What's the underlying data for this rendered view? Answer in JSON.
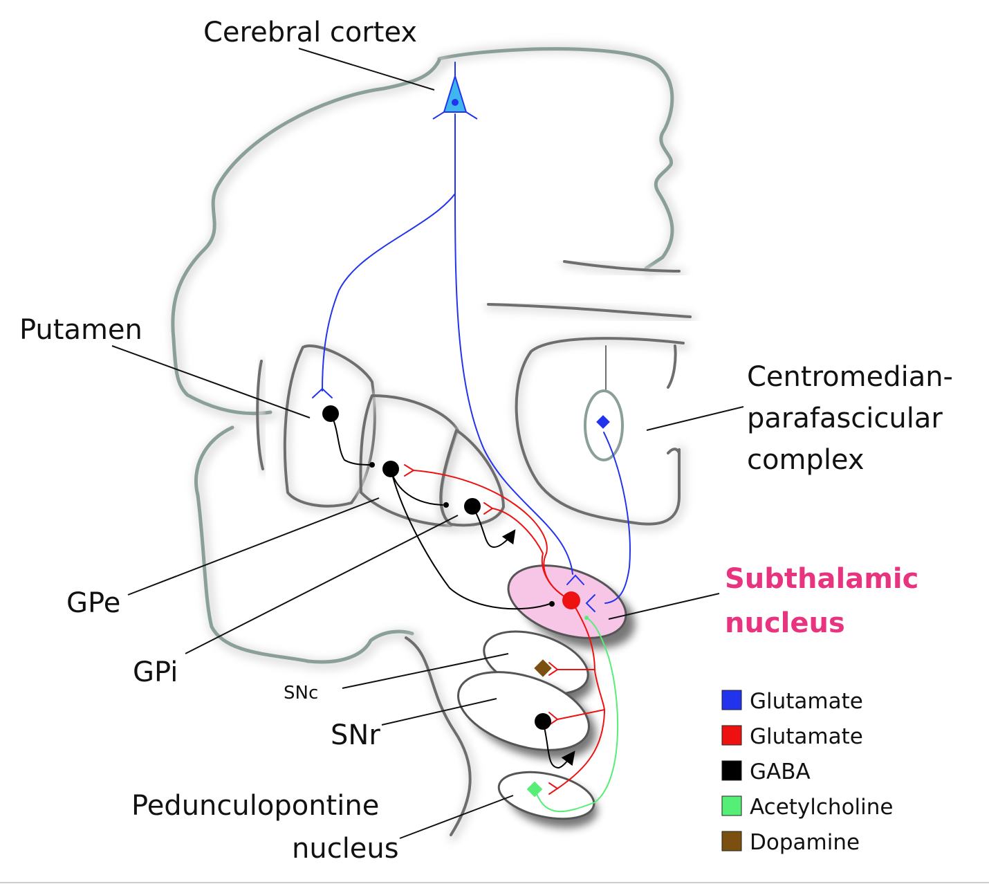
{
  "labels": {
    "cerebral_cortex": "Cerebral cortex",
    "putamen": "Putamen",
    "centromedian_line1": "Centromedian-",
    "centromedian_line2": "parafascicular",
    "centromedian_line3": "complex",
    "subthalamic_line1": "Subthalamic",
    "subthalamic_line2": "nucleus",
    "gpe": "GPe",
    "gpi": "GPi",
    "snc": "SNc",
    "snr": "SNr",
    "ppn_line1": "Pedunculopontine",
    "ppn_line2": "nucleus"
  },
  "legend": [
    {
      "label": "Glutamate",
      "color": "#2233ee"
    },
    {
      "label": "Glutamate",
      "color": "#ee1111"
    },
    {
      "label": "GABA",
      "color": "#000000"
    },
    {
      "label": "Acetylcholine",
      "color": "#55ee77"
    },
    {
      "label": "Dopamine",
      "color": "#7a4f10"
    }
  ],
  "colors": {
    "stn_label": "#e8347e",
    "stn_fill": "#f7c6e6",
    "cortex_neuron": "#3fb6ee",
    "glutamate_cortex": "#2233ee",
    "glutamate_stn": "#ee1111",
    "gaba": "#000000",
    "acetylcholine": "#55ee77",
    "dopamine": "#7a4f10"
  }
}
